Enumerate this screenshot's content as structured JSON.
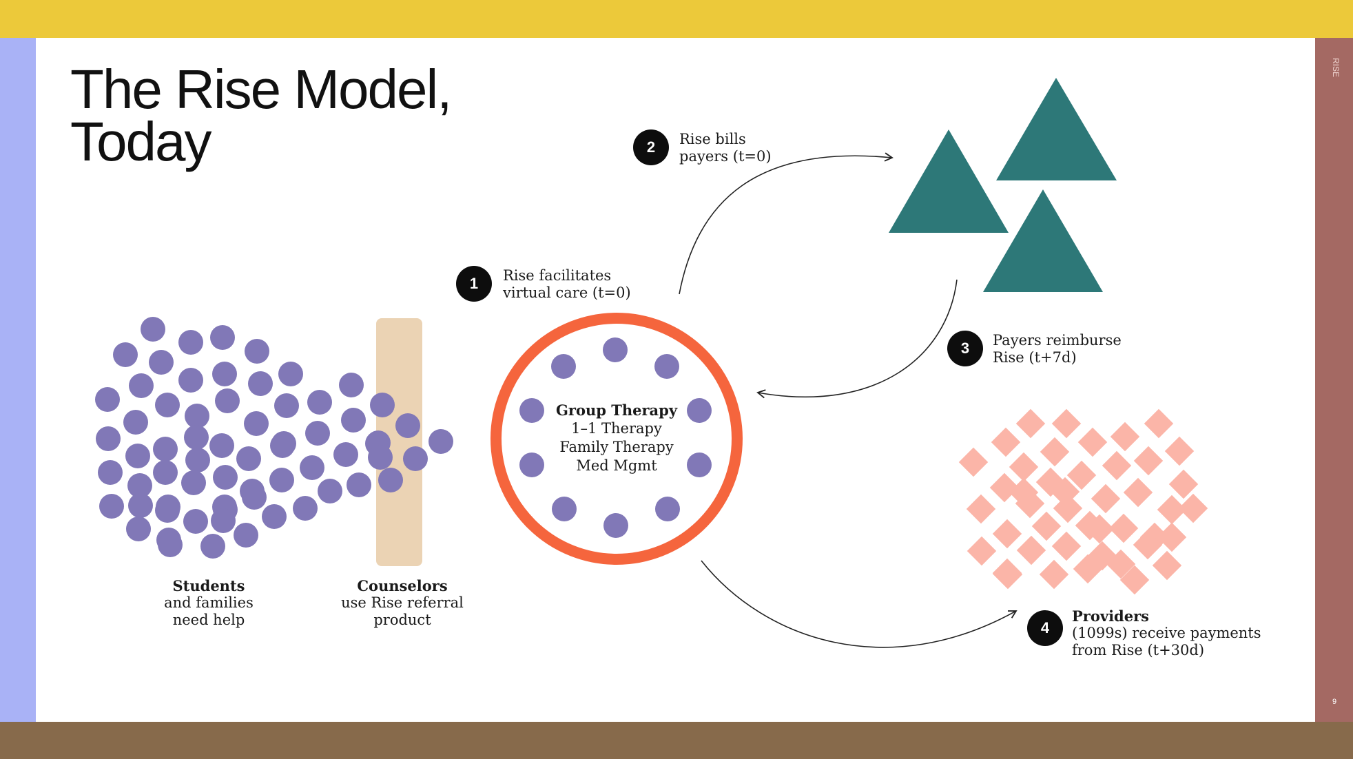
{
  "slide": {
    "title_line1": "The Rise Model,",
    "title_line2": "Today",
    "side_brand": "RISE",
    "page_number": "9",
    "colors": {
      "top_bar": "#ecc93a",
      "bottom_bar": "#876a4b",
      "left_bar": "#a9b2f6",
      "right_bar": "#a46963",
      "dots": "#8178b7",
      "counselor_bar": "#ebd3b4",
      "ring": "#f5653d",
      "payers": "#2d7878",
      "providers": "#fbb5a8"
    }
  },
  "steps": [
    {
      "number": "1",
      "line1": "Rise facilitates",
      "line2": "virtual care (t=0)"
    },
    {
      "number": "2",
      "line1": "Rise bills",
      "line2": "payers (t=0)"
    },
    {
      "number": "3",
      "line1": "Payers reimburse",
      "line2": "Rise (t+7d)"
    },
    {
      "number": "4",
      "bold": "Providers",
      "line1": "(1099s) receive payments",
      "line2": "from Rise (t+30d)"
    }
  ],
  "services": {
    "primary": "Group Therapy",
    "items": [
      "1–1 Therapy",
      "Family Therapy",
      "Med Mgmt"
    ]
  },
  "captions": {
    "students": {
      "bold": "Students",
      "line1": "and families",
      "line2": "need help"
    },
    "counselors": {
      "bold": "Counselors",
      "line1": "use Rise referral",
      "line2": "product"
    }
  }
}
